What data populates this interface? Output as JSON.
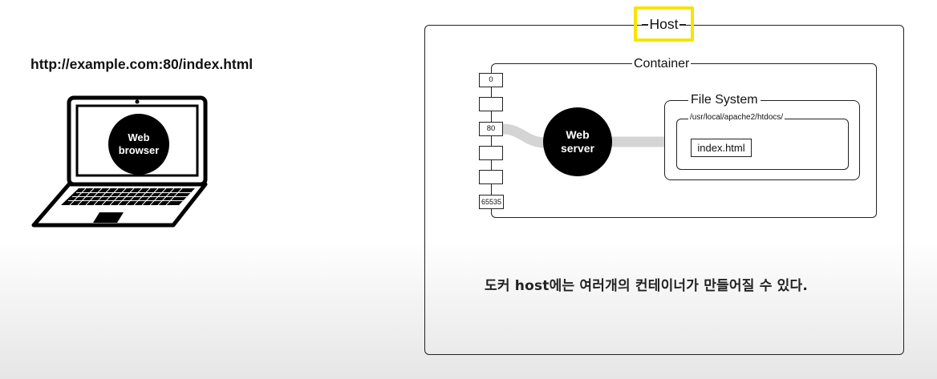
{
  "url_text": "http://example.com:80/index.html",
  "browser": {
    "line1": "Web",
    "line2": "browser"
  },
  "host": {
    "label": "Host"
  },
  "container": {
    "label": "Container"
  },
  "ports": [
    "0",
    "",
    "80",
    "",
    "",
    "65535"
  ],
  "web_server": {
    "line1": "Web",
    "line2": "server"
  },
  "file_system": {
    "label": "File System",
    "directory": "/usr/local/apache2/htdocs/",
    "file": "index.html"
  },
  "caption": "도커 host에는 여러개의 컨테이너가 만들어질 수 있다.",
  "colors": {
    "highlight": "#f5e400",
    "connector": "#d4d4d4"
  }
}
